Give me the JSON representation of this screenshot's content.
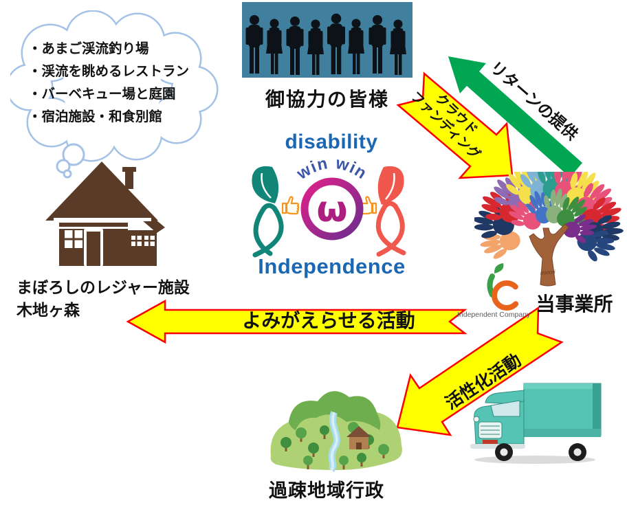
{
  "diagram": {
    "cloud": {
      "items": [
        "・あまご渓流釣り場",
        "・渓流を眺めるレストラン",
        "・バーベキュー場と庭園",
        "・宿泊施設・和食別館"
      ]
    },
    "supporters": {
      "label": "御協力の皆様"
    },
    "logo": {
      "top": "disability",
      "arch": "win win",
      "monogram": "ω",
      "bottom": "Independence"
    },
    "arrows": {
      "return_label": "リターンの提供",
      "crowdfunding_line1": "クラウド",
      "crowdfunding_line2": "ファンディング",
      "revive_label": "よみがえらせる活動",
      "activation_label": "活性化活動"
    },
    "office": {
      "label": "当事業所",
      "company_name": "Independent Company",
      "tree_signature": "minori"
    },
    "facility": {
      "line1": "まぼろしのレジャー施設",
      "line2": "木地ヶ森"
    },
    "region": {
      "label": "過疎地域行政"
    }
  },
  "colors": {
    "arrow_yellow": "#ffff00",
    "arrow_border_red": "#ff0000",
    "arrow_green": "#00a651",
    "logo_blue": "#1b67b3",
    "winwin_blue": "#3b55a8",
    "ribbon_teal": "#108578",
    "ribbon_coral": "#f0584e",
    "people_bg": "#40809e",
    "house_brown": "#5a3b27",
    "ic_green": "#3aa048",
    "ic_orange": "#e8641b"
  }
}
